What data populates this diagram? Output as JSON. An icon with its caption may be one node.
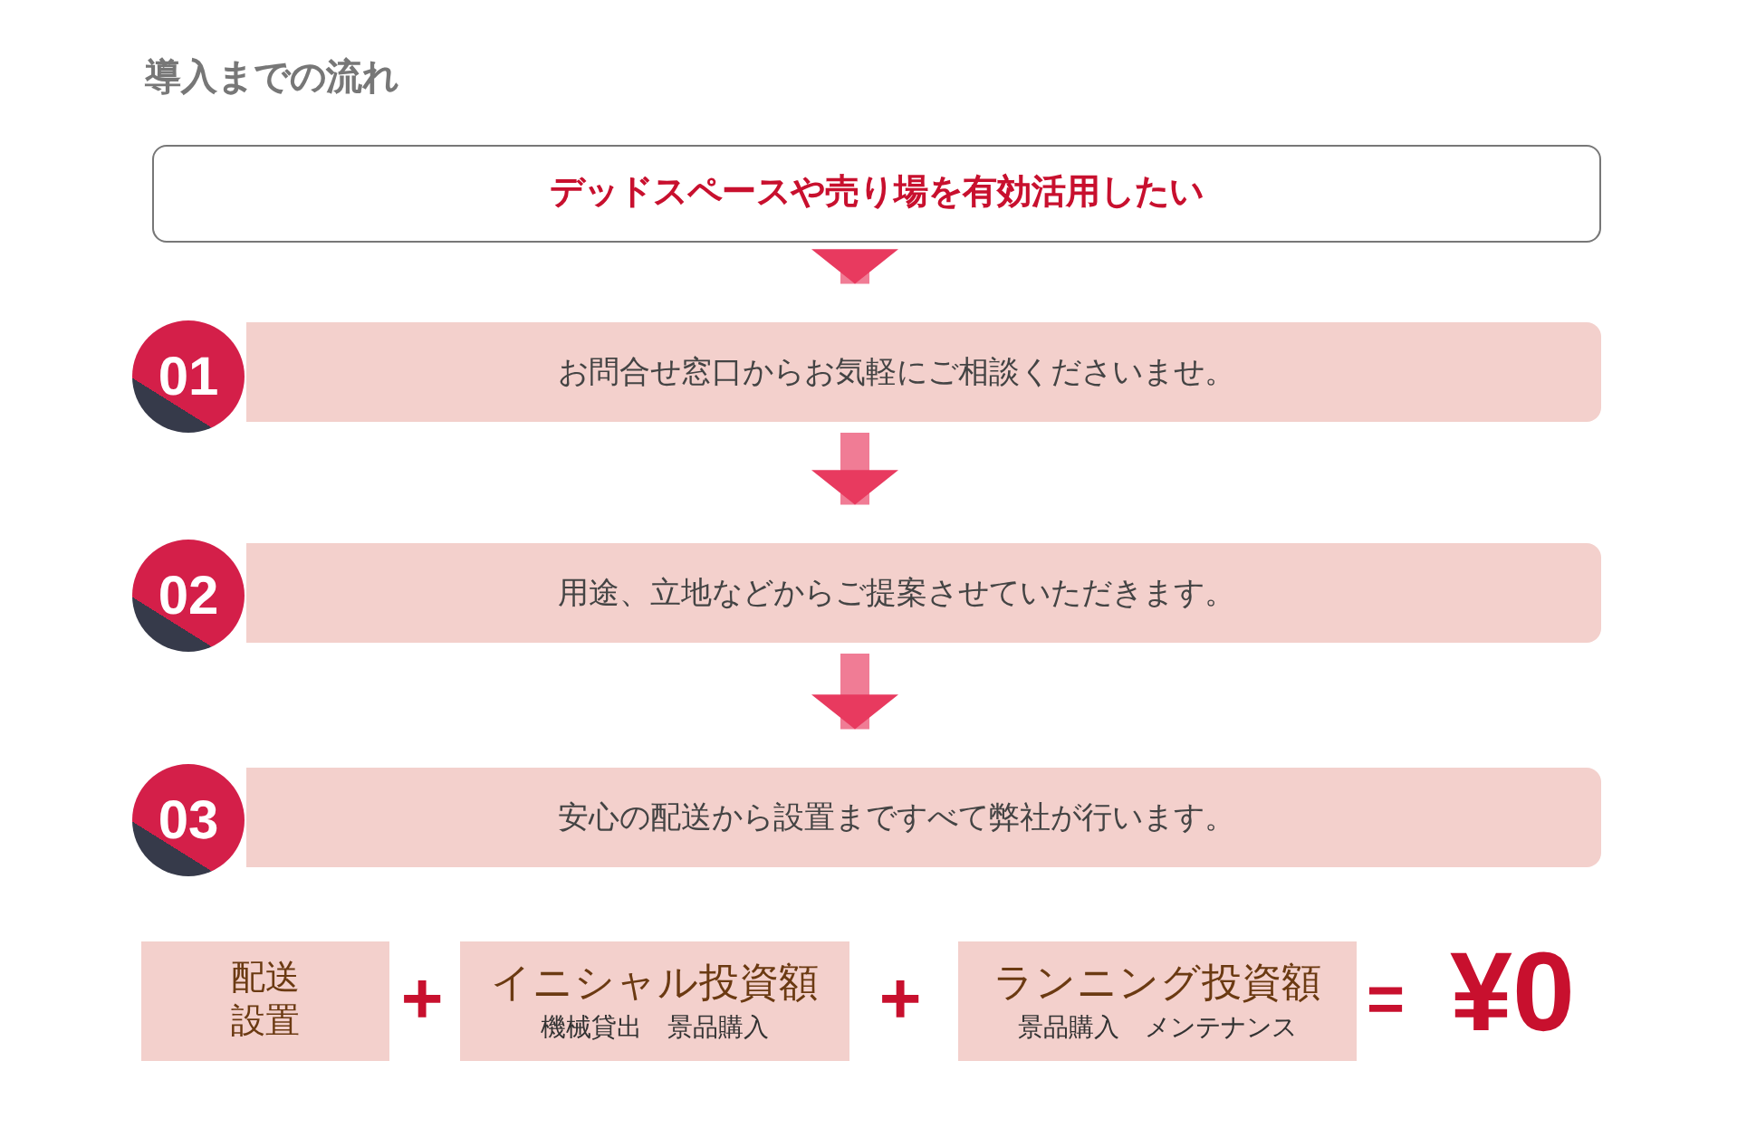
{
  "diagram": {
    "title": "導入までの流れ",
    "nodes": [
      {
        "text": [
          "デッドスペースや売り場を有効活用したい"
        ]
      },
      {
        "text": [
          "01"
        ]
      },
      {
        "text": [
          "お問合せ窓口からお気軽にご相談くださいませ。"
        ]
      },
      {
        "text": [
          "02"
        ]
      },
      {
        "text": [
          "用途、立地などからご提案させていただきます。"
        ]
      },
      {
        "text": [
          "03"
        ]
      },
      {
        "text": [
          "安心の配送から設置まですべて弊社が行います。"
        ]
      },
      {
        "text": [
          "配送設置"
        ]
      },
      {
        "text": [
          "イニシャル投資額",
          "機械貸出　景品購入"
        ]
      },
      {
        "text": [
          "ランニング投資額",
          "景品購入　メンテナンス"
        ]
      }
    ],
    "edges": [
      {
        "from": 0,
        "to": 2,
        "arrow": "to"
      },
      {
        "from": 2,
        "to": 4,
        "arrow": "to"
      },
      {
        "from": 4,
        "to": 6,
        "arrow": "to"
      }
    ],
    "labels": [
      "+",
      "+",
      "=",
      "¥0"
    ]
  }
}
